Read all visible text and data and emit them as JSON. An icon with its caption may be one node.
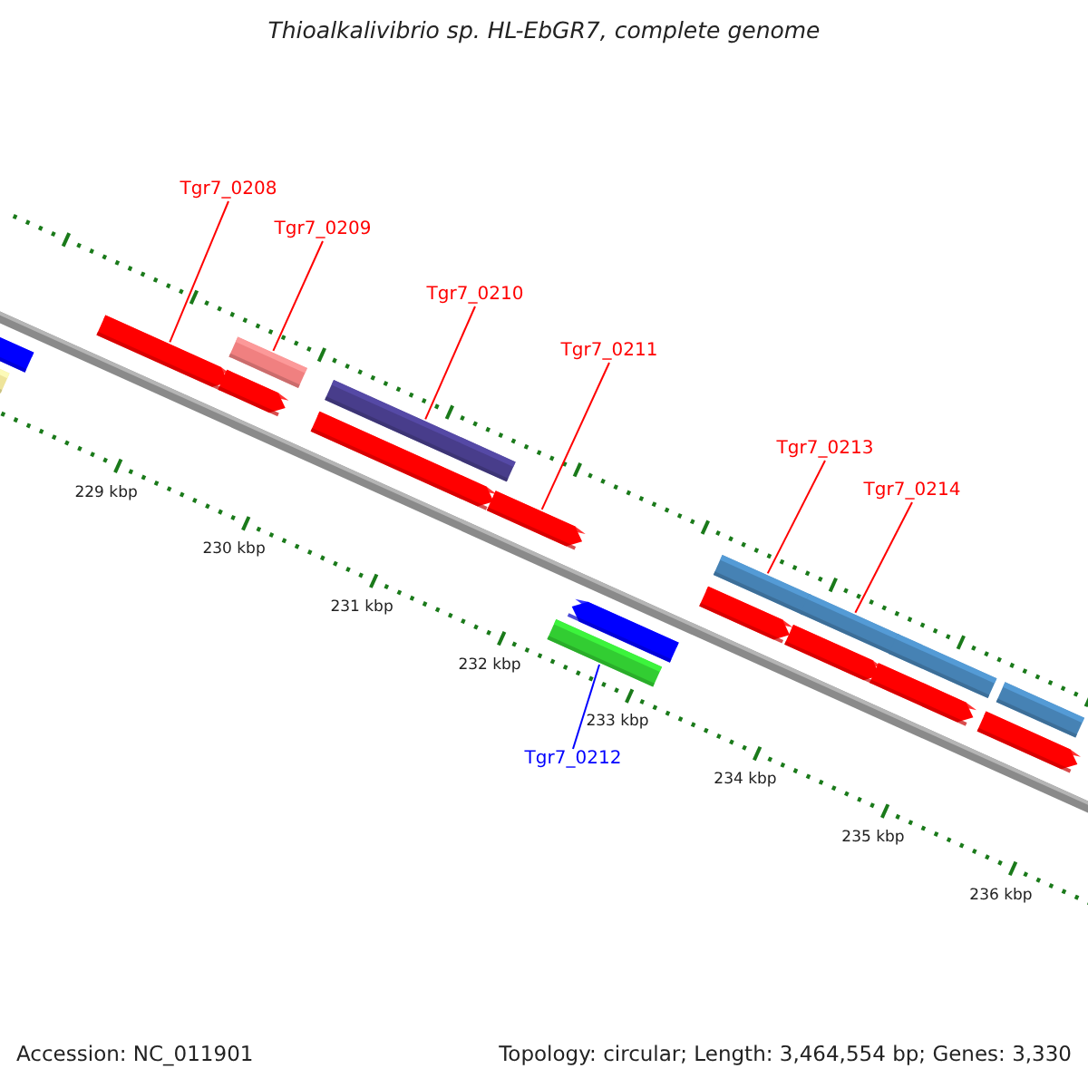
{
  "diagram": {
    "title": "Thioalkalivibrio sp. HL-EbGR7, complete genome",
    "nodes": [
      {
        "text": [
          "Tgr7_0208"
        ]
      },
      {
        "text": [
          "Tgr7_0209"
        ]
      },
      {
        "text": [
          "Tgr7_0210"
        ]
      },
      {
        "text": [
          "Tgr7_0211"
        ]
      },
      {
        "text": [
          "Tgr7_0213"
        ]
      },
      {
        "text": [
          "Tgr7_0214"
        ]
      },
      {
        "text": [
          "Tgr7_0212"
        ]
      },
      {
        "text": [],
        "shape": "bar"
      },
      {
        "text": [],
        "shape": "bar"
      },
      {
        "text": [],
        "shape": "bar"
      },
      {
        "text": [],
        "shape": "bar"
      },
      {
        "text": [],
        "shape": "bar"
      },
      {
        "text": [],
        "shape": "bar"
      },
      {
        "text": [],
        "shape": "bar"
      },
      {
        "text": [],
        "shape": "bar"
      },
      {
        "text": [],
        "shape": "bar"
      },
      {
        "text": [],
        "shape": "bar"
      },
      {
        "text": [],
        "shape": "bar"
      },
      {
        "text": [],
        "shape": "bar"
      },
      {
        "text": [],
        "shape": "bar"
      },
      {
        "text": [],
        "shape": "bar"
      },
      {
        "text": [],
        "shape": "bar"
      },
      {
        "text": [],
        "shape": "bar"
      },
      {
        "text": [],
        "shape": "bar"
      },
      {
        "text": [],
        "shape": "bar"
      }
    ],
    "edges": [
      {
        "from": 0,
        "to": 9,
        "arrow": "none"
      },
      {
        "from": 1,
        "to": 10,
        "arrow": "none"
      },
      {
        "from": 2,
        "to": 12,
        "arrow": "none"
      },
      {
        "from": 3,
        "to": 14,
        "arrow": "none"
      },
      {
        "from": 4,
        "to": 17,
        "arrow": "none"
      },
      {
        "from": 5,
        "to": 19,
        "arrow": "none"
      },
      {
        "from": 6,
        "to": 15,
        "arrow": "none",
        "color": "#0000ff"
      }
    ],
    "labels": [
      "229 kbp",
      "230 kbp",
      "231 kbp",
      "232 kbp",
      "233 kbp",
      "234 kbp",
      "235 kbp",
      "236 kbp",
      "Accession: NC_011901",
      "Topology: circular; Length: 3,464,554 bp; Genes: 3,330"
    ]
  }
}
